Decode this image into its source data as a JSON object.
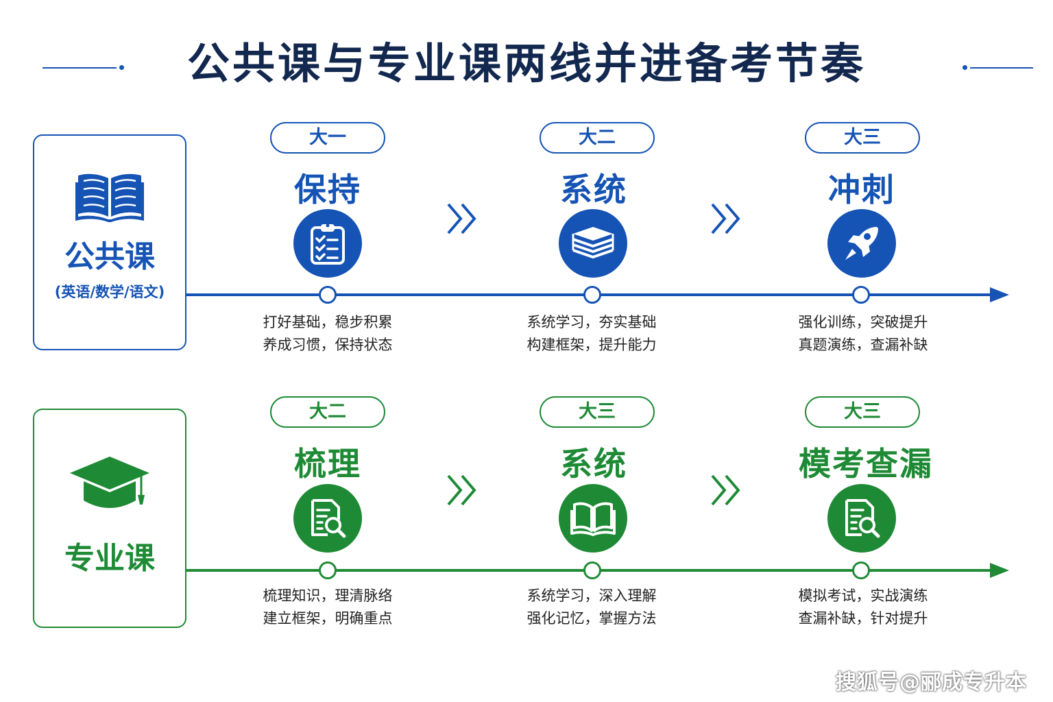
{
  "title": "公共课与专业课两线并进备考节奏",
  "colors": {
    "blue": "#1553b4",
    "green": "#1e8a35",
    "title": "#12284f"
  },
  "public": {
    "name": "公共课",
    "subtitle": "(英语/数学/语文)",
    "icon": "book-icon",
    "stages": [
      {
        "year": "大一",
        "title": "保持",
        "icon": "clipboard-checklist-icon",
        "line1": "打好基础，稳步积累",
        "line2": "养成习惯，保持状态"
      },
      {
        "year": "大二",
        "title": "系统",
        "icon": "stacked-books-icon",
        "line1": "系统学习，夯实基础",
        "line2": "构建框架，提升能力"
      },
      {
        "year": "大三",
        "title": "冲刺",
        "icon": "rocket-icon",
        "line1": "强化训练，突破提升",
        "line2": "真题演练，查漏补缺"
      }
    ]
  },
  "major": {
    "name": "专业课",
    "icon": "graduation-cap-icon",
    "stages": [
      {
        "year": "大二",
        "title": "梳理",
        "icon": "document-search-icon",
        "line1": "梳理知识，理清脉络",
        "line2": "建立框架，明确重点"
      },
      {
        "year": "大三",
        "title": "系统",
        "icon": "open-book-icon",
        "line1": "系统学习，深入理解",
        "line2": "强化记忆，掌握方法"
      },
      {
        "year": "大三",
        "title": "模考查漏",
        "icon": "document-search-icon",
        "line1": "模拟考试，实战演练",
        "line2": "查漏补缺，针对提升"
      }
    ]
  },
  "watermark": "搜狐号@郦成专升本"
}
